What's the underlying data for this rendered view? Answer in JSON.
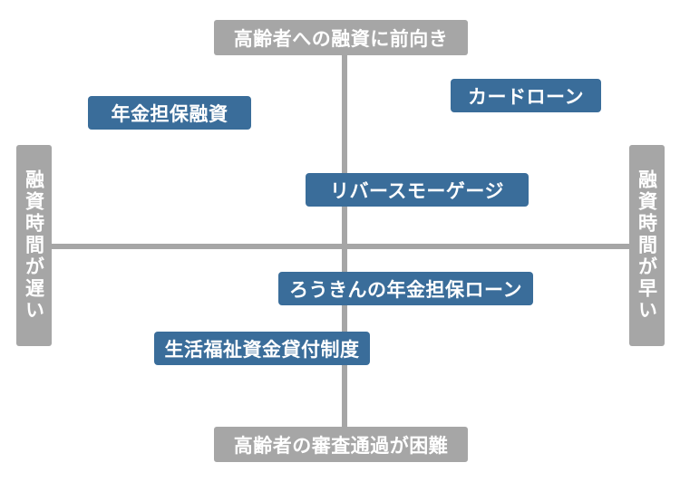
{
  "diagram": {
    "type": "positioning-matrix",
    "axes": {
      "vertical": {
        "top_label": "高齢者への融資に前向き",
        "bottom_label": "高齢者の審査通過が困難"
      },
      "horizontal": {
        "left_label": "融資時間が遅い",
        "right_label": "融資時間が早い"
      }
    },
    "colors": {
      "item_box": "#3a6d9a",
      "axis_label_box": "#a6a6a6",
      "axis_line": "#a6a6a6",
      "text": "#ffffff",
      "background": "#ffffff"
    },
    "items": [
      {
        "label": "年金担保融資",
        "quadrant": "top-left"
      },
      {
        "label": "カードローン",
        "quadrant": "top-right"
      },
      {
        "label": "リバースモーゲージ",
        "quadrant": "top-center"
      },
      {
        "label": "ろうきんの年金担保ローン",
        "quadrant": "bottom-center"
      },
      {
        "label": "生活福祉資金貸付制度",
        "quadrant": "bottom-left"
      }
    ]
  }
}
